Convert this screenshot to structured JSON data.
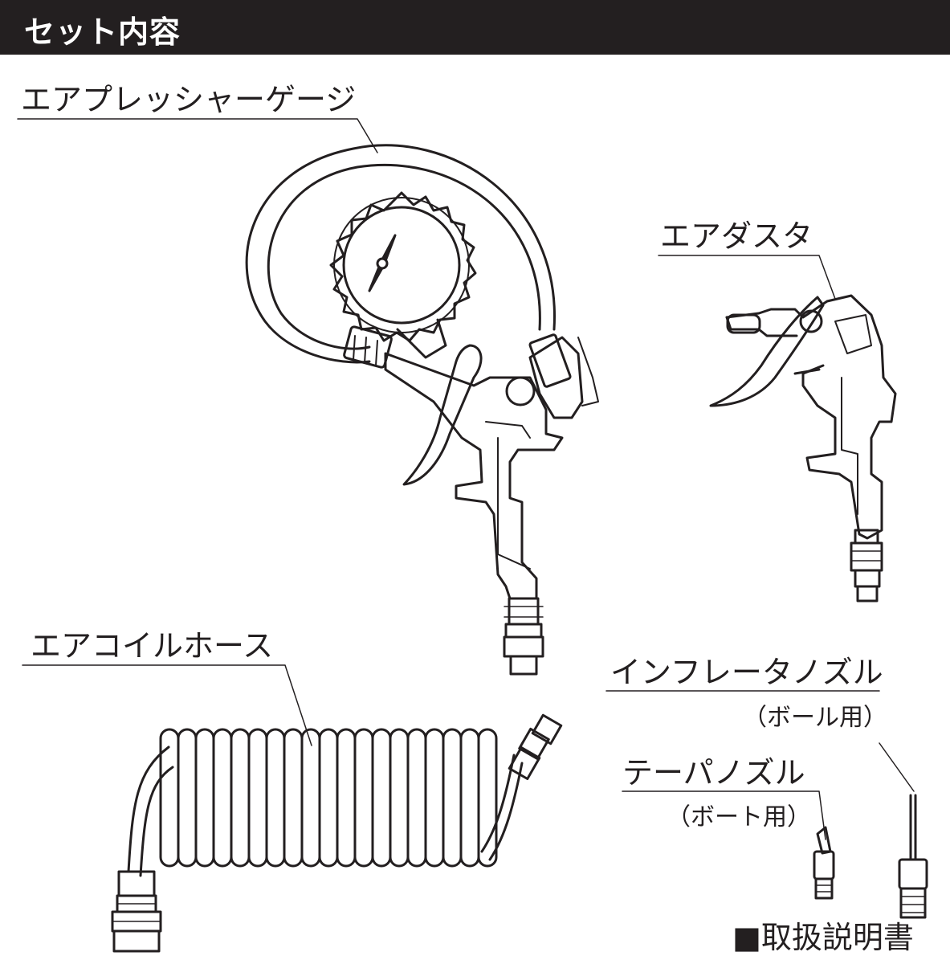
{
  "header": {
    "title": "セット内容"
  },
  "items": {
    "pressure_gauge": {
      "label": "エアプレッシャーゲージ"
    },
    "air_duster": {
      "label": "エアダスタ"
    },
    "coil_hose": {
      "label": "エアコイルホース"
    },
    "inflator_nozzle": {
      "label": "インフレータノズル",
      "note": "（ボール用）"
    },
    "taper_nozzle": {
      "label": "テーパノズル",
      "note": "（ボート用）"
    },
    "manual": {
      "label": "■取扱説明書"
    }
  }
}
